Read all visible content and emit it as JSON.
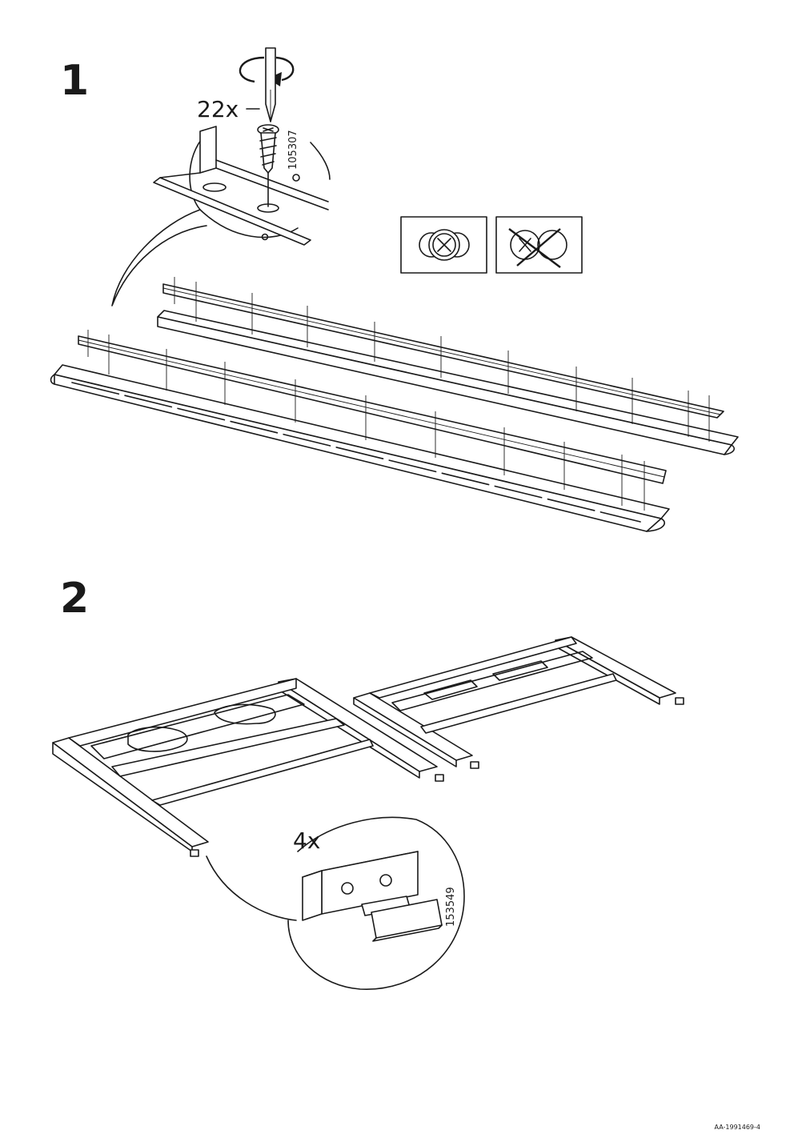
{
  "step1": {
    "number": "1",
    "quantity": "22x",
    "part_number": "105307"
  },
  "step2": {
    "number": "2",
    "quantity": "4x",
    "part_number": "153549"
  },
  "footer": {
    "document_code": "AA-1991469-4"
  }
}
